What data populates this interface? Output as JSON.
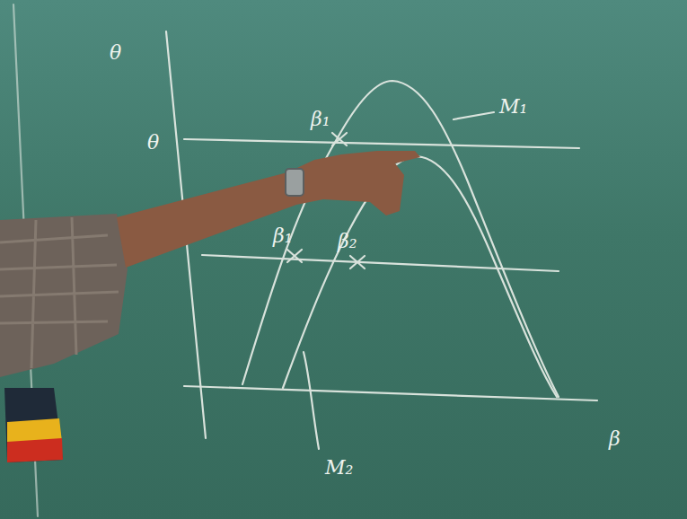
{
  "diagram": {
    "labels": [
      "θ",
      "θ",
      "β₁",
      "M₁",
      "β₁",
      "β₂",
      "β",
      "M₂"
    ]
  }
}
